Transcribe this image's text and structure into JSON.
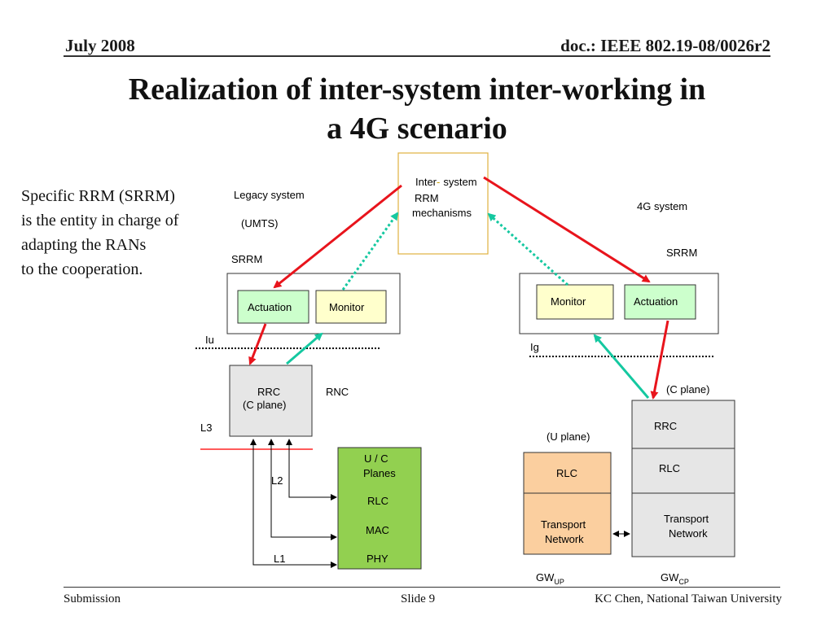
{
  "header": {
    "date": "July 2008",
    "doc": "doc.: IEEE 802.19-08/0026r2"
  },
  "title_line1": "Realization of inter-system inter-working in",
  "title_line2": "a 4G scenario",
  "side_note": [
    "Specific RRM (SRRM)",
    "is the entity in charge of",
    "adapting the RANs",
    "to the cooperation."
  ],
  "diagram": {
    "central": {
      "line1_a": "Inter",
      "line1_dash": "-",
      "line1_b": "system",
      "line2": "RRM",
      "line3": "mechanisms"
    },
    "legacy_label": "Legacy system",
    "legacy_sub": "(UMTS)",
    "fourg_label": "4G system",
    "srrm_left": "SRRM",
    "srrm_right": "SRRM",
    "actuation": "Actuation",
    "monitor": "Monitor",
    "iu": "Iu",
    "ig": "Ig",
    "rrc_line1": "RRC",
    "rrc_line2": "(C plane)",
    "rnc": "RNC",
    "l3": "L3",
    "l2": "L2",
    "l1": "L1",
    "stack": {
      "line1": "U  / C",
      "line2": "Planes",
      "rlc": "RLC",
      "mac": "MAC",
      "phy": "PHY"
    },
    "c_plane": "(C plane)",
    "u_plane": "(U plane)",
    "gw_cp": {
      "rrc": "RRC",
      "rlc": "RLC",
      "tn1": "Transport",
      "tn2": "Network"
    },
    "gw_up": {
      "rlc": "RLC",
      "tn1": "Transport",
      "tn2": "Network"
    },
    "gw_up_label": "GW",
    "gw_up_sub": "UP",
    "gw_cp_label": "GW",
    "gw_cp_sub": "CP"
  },
  "footer": {
    "left": "Submission",
    "center": "Slide 9",
    "right": "KC Chen, National Taiwan University"
  },
  "colors": {
    "red_arrow": "#e8141c",
    "teal_arrow": "#14c8a0",
    "central_border": "#e0b040",
    "actuation_fill": "#ccffcc",
    "monitor_fill": "#ffffcc",
    "stack_fill": "#92d050",
    "orange_fill": "#fbcf9f"
  }
}
